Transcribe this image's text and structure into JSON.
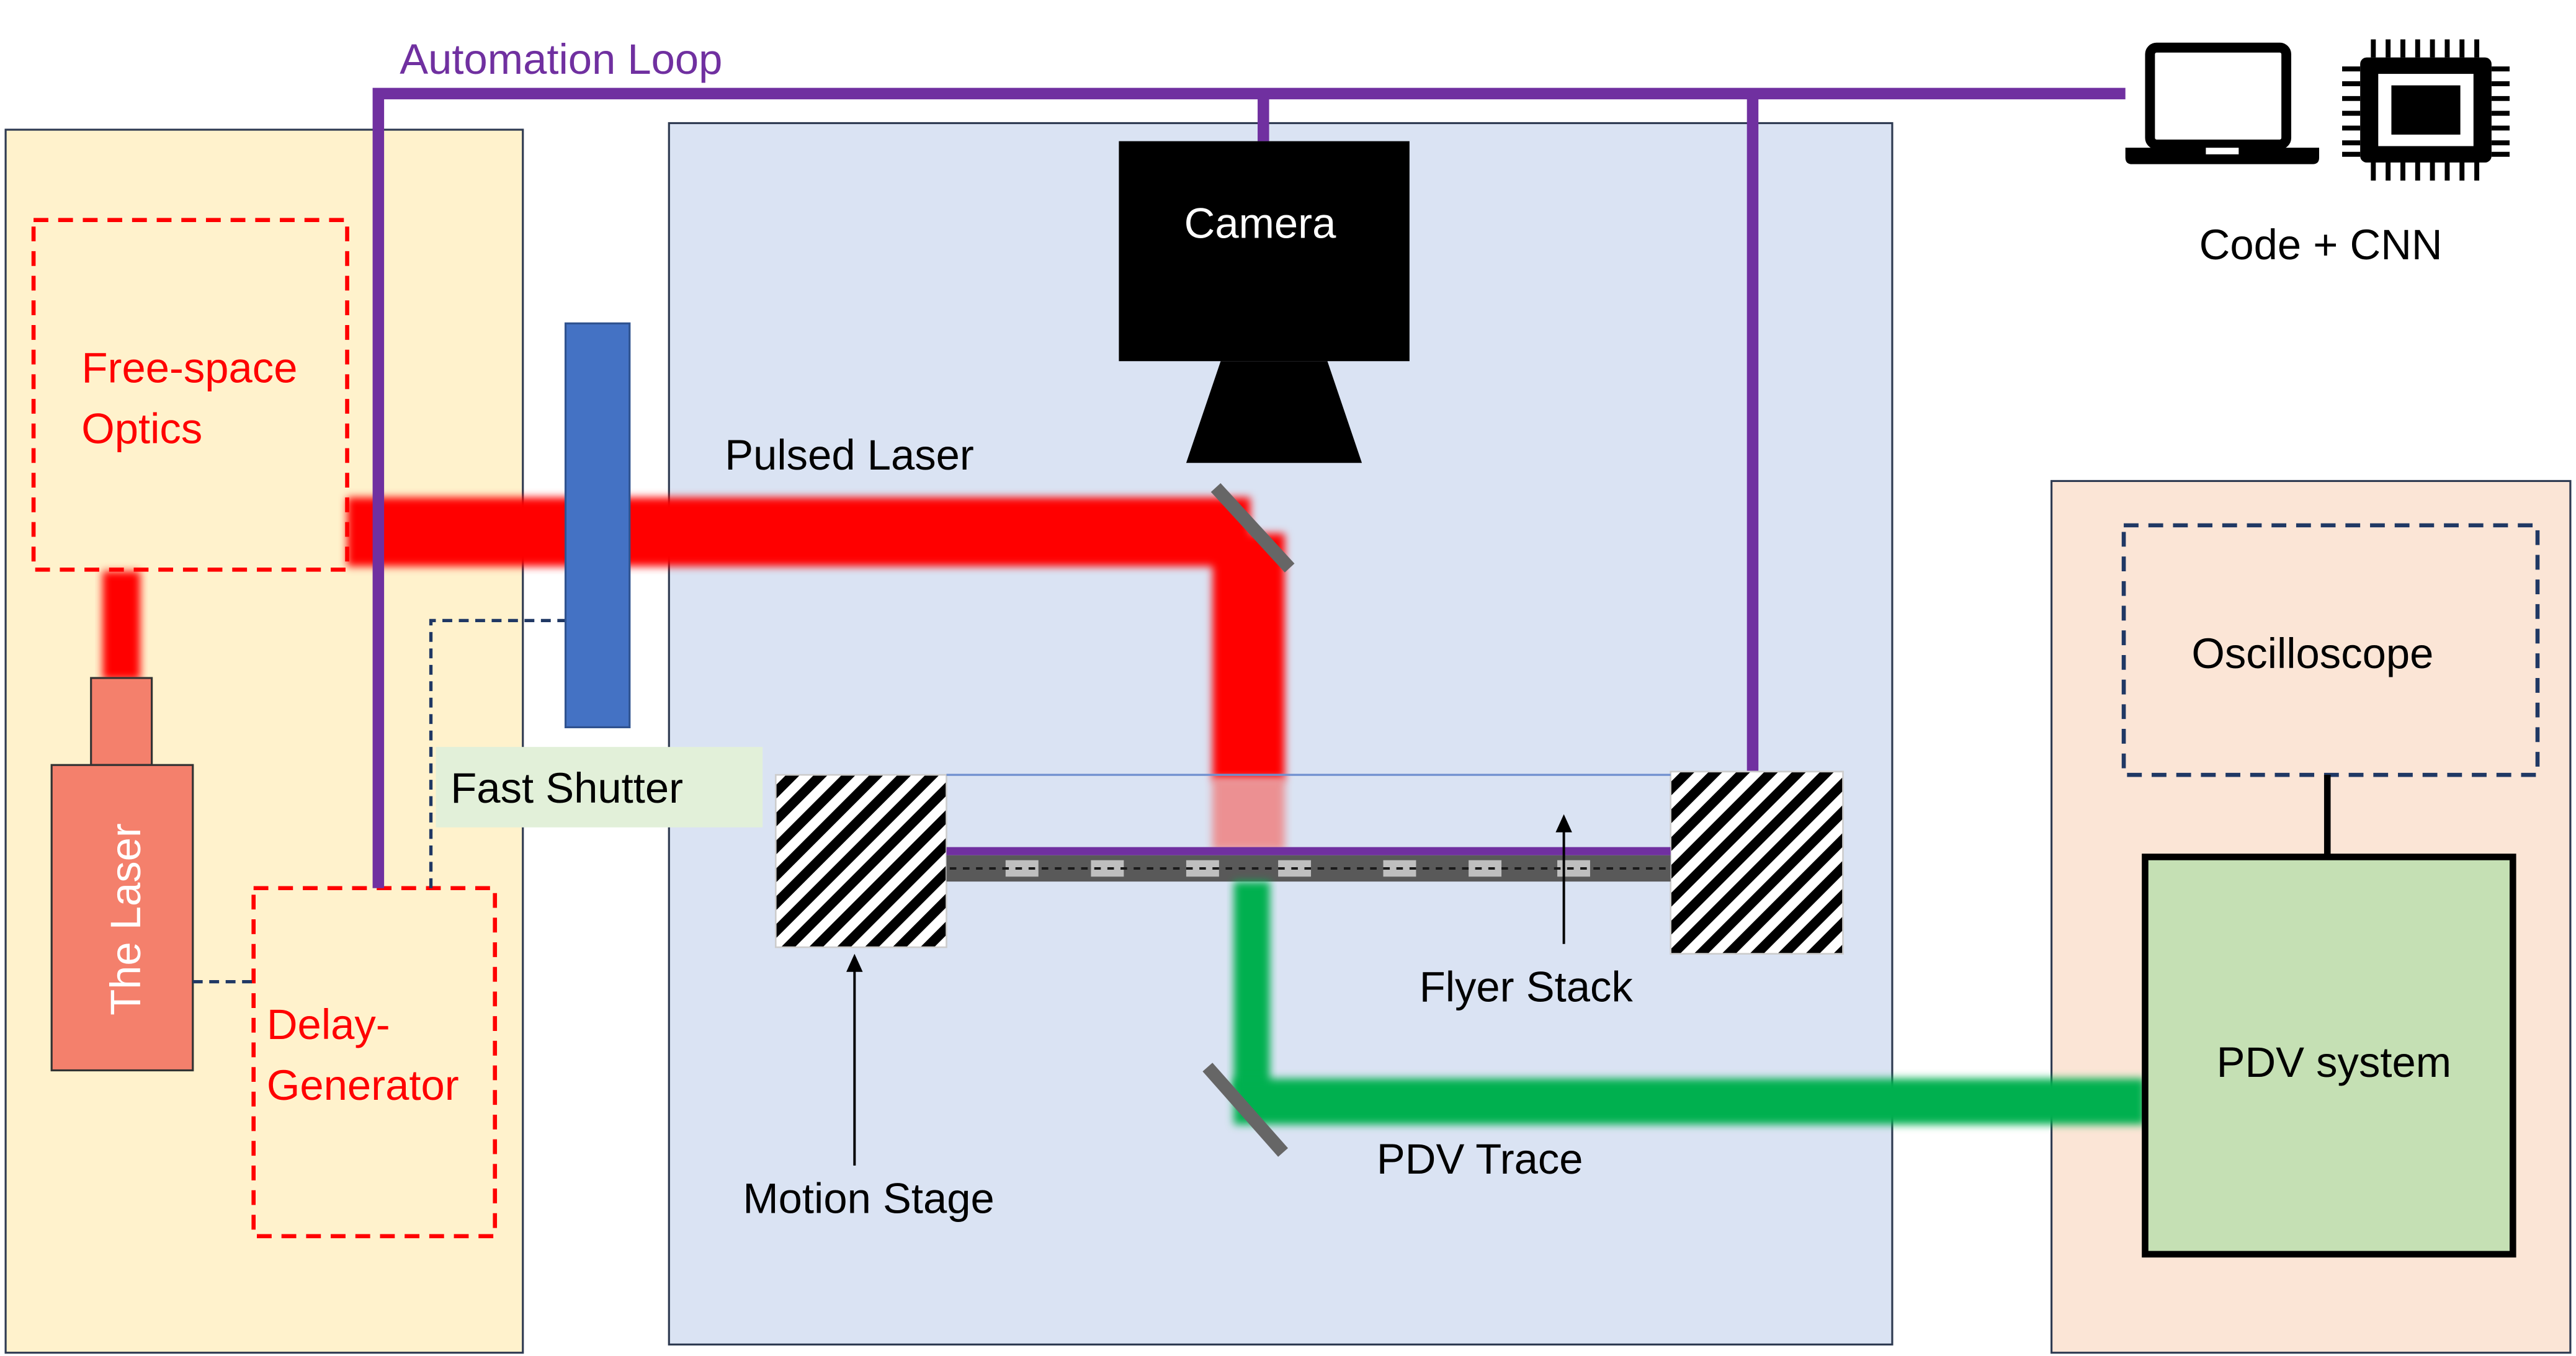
{
  "labels": {
    "automation_loop": "Automation Loop",
    "code_cnn": "Code + CNN",
    "camera": "Camera",
    "free_space_line1": "Free-space",
    "free_space_line2": "Optics",
    "pulsed_laser": "Pulsed Laser",
    "fast_shutter": "Fast Shutter",
    "the_laser": "The Laser",
    "delay_line1": "Delay-",
    "delay_line2": "Generator",
    "flyer_stack": "Flyer Stack",
    "motion_stage": "Motion Stage",
    "pdv_trace": "PDV Trace",
    "oscilloscope": "Oscilloscope",
    "pdv_system": "PDV system"
  },
  "colors": {
    "automation": "#7030a0",
    "laser_beam": "#ff0000",
    "pdv_beam": "#00b050",
    "laser_bench": "#fff2cc",
    "chamber": "#dae3f3",
    "pdv_bench": "#fbe5d6",
    "shutter": "#4472c4",
    "laser_body": "#f4806c",
    "pdv_system": "#c5e0b4",
    "label_bg": "#e2f0d9",
    "dashed_red": "#ff0000",
    "dashed_navy": "#203864"
  },
  "icons": {
    "laptop": "laptop-icon",
    "chip": "cpu-chip-icon"
  }
}
